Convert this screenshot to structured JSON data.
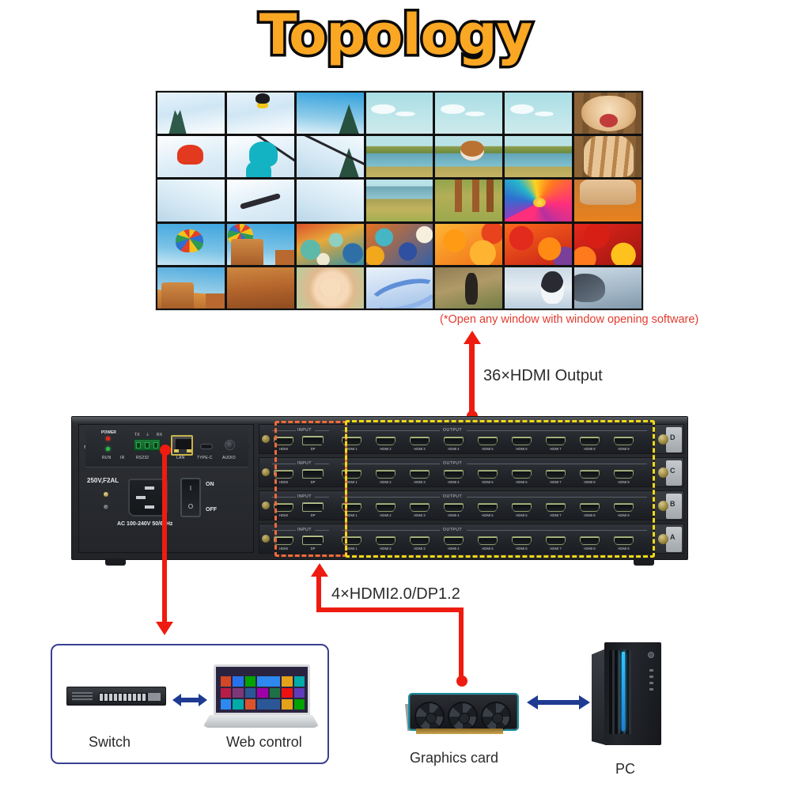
{
  "title": "Topology",
  "annotations": {
    "open_window_note": "(*Open any window with window opening software)",
    "output_label": "36×HDMI Output",
    "input_label": "4×HDMI2.0/DP1.2"
  },
  "colors": {
    "title_fill": "#FAA723",
    "title_stroke": "#0A0A0A",
    "arrow_red": "#EE1C10",
    "note_red": "#E23B2E",
    "dash_input": "#F06A3A",
    "dash_output": "#F2D816",
    "blue_arrow": "#1F3A93",
    "box_border": "#3B3F8F"
  },
  "video_wall": {
    "columns": 7,
    "rows": 5,
    "total_screens": 35,
    "cells": [
      {
        "art": "sky-snow pine",
        "desc": "snowy mountain with pines"
      },
      {
        "art": "sky-snow skier-helmet",
        "desc": "skier helmet and goggles"
      },
      {
        "art": "sky-blue pine2",
        "desc": "blue sky with pine"
      },
      {
        "art": "cowsky clouds",
        "desc": "teal sky with clouds"
      },
      {
        "art": "cowsky clouds",
        "desc": "teal sky with clouds"
      },
      {
        "art": "cowsky clouds",
        "desc": "teal sky and green hills"
      },
      {
        "art": "wood tiger-face tiger-mouth",
        "desc": "roaring tiger cub head"
      },
      {
        "art": "snowfield skier-red",
        "desc": "skier in red jacket"
      },
      {
        "art": "snowfield skier-teal pole",
        "desc": "skier in teal jacket"
      },
      {
        "art": "snowfield2 pole2 pine2",
        "desc": "ski poles over snow"
      },
      {
        "art": "lake-hill",
        "desc": "lake and hills"
      },
      {
        "art": "lake-hill cow-head",
        "desc": "brown cow head"
      },
      {
        "art": "lake-hill",
        "desc": "lake and green hills"
      },
      {
        "art": "wood tiger-body",
        "desc": "tiger cub body stripes"
      },
      {
        "art": "snowfield2",
        "desc": "snow slope"
      },
      {
        "art": "snowfield ski-board",
        "desc": "skis on snow"
      },
      {
        "art": "snowfield2",
        "desc": "snow track"
      },
      {
        "art": "lake-grass",
        "desc": "lake shore grass"
      },
      {
        "art": "grassfield cow-legs",
        "desc": "cow legs in grass"
      },
      {
        "art": "flower",
        "desc": "multicolor flower macro"
      },
      {
        "art": "orangestrip tiger-feet",
        "desc": "tiger cub paws"
      },
      {
        "art": "hotair-sky balloon1",
        "desc": "hot air balloon"
      },
      {
        "art": "hotair-sky balloon2 mesa",
        "desc": "balloon and rock mesa"
      },
      {
        "art": "balls-teal",
        "desc": "teal and red balls"
      },
      {
        "art": "balls-blue",
        "desc": "blue and white balls"
      },
      {
        "art": "balls-orange",
        "desc": "orange balloons"
      },
      {
        "art": "balls-red",
        "desc": "red and orange balloons"
      },
      {
        "art": "balls-red2",
        "desc": "red and yellow balloons"
      },
      {
        "art": "canyon-sky mesa",
        "desc": "desert canyon buttes"
      },
      {
        "art": "canyon",
        "desc": "canyon rock wall"
      },
      {
        "art": "facepaint",
        "desc": "girl with face paint"
      },
      {
        "art": "waves",
        "desc": "abstract blue waves"
      },
      {
        "art": "model",
        "desc": "woman on canyon rock"
      },
      {
        "art": "penguin",
        "desc": "penguin and seals"
      },
      {
        "art": "penguin2",
        "desc": "penguin on ice"
      }
    ]
  },
  "device": {
    "left_panel": {
      "power_label": "POWER",
      "run_label": "RUN",
      "ir_label": "IR",
      "rs232_label": "RS232",
      "tx_label": "TX",
      "rx_label": "RX",
      "ground_label": "⏚",
      "lan_label": "LAN",
      "typec_label": "TYPE-C",
      "audio_label": "AUDIO",
      "fuse_label": "250V,F2AL",
      "mains_label": "AC 100-240V 50/60Hz",
      "switch_on": "ON",
      "switch_off": "OFF",
      "rocker_on_glyph": "I",
      "rocker_off_glyph": "O",
      "power_led_color": "#E8271C",
      "run_led_color": "#27C04A"
    },
    "cards": [
      {
        "slot": "D",
        "input_label": "INPUT",
        "output_label": "OUTPUT",
        "inputs": [
          "HDMI",
          "DP"
        ],
        "outputs": [
          "HDMI 1",
          "HDMI 2",
          "HDMI 3",
          "HDMI 4",
          "HDMI 5",
          "HDMI 6",
          "HDMI 7",
          "HDMI 8",
          "HDMI 9"
        ]
      },
      {
        "slot": "C",
        "input_label": "INPUT",
        "output_label": "OUTPUT",
        "inputs": [
          "HDMI",
          "DP"
        ],
        "outputs": [
          "HDMI 1",
          "HDMI 2",
          "HDMI 3",
          "HDMI 4",
          "HDMI 5",
          "HDMI 6",
          "HDMI 7",
          "HDMI 8",
          "HDMI 9"
        ]
      },
      {
        "slot": "B",
        "input_label": "INPUT",
        "output_label": "OUTPUT",
        "inputs": [
          "HDMI",
          "DP"
        ],
        "outputs": [
          "HDMI 1",
          "HDMI 2",
          "HDMI 3",
          "HDMI 4",
          "HDMI 5",
          "HDMI 6",
          "HDMI 7",
          "HDMI 8",
          "HDMI 9"
        ]
      },
      {
        "slot": "A",
        "input_label": "INPUT",
        "output_label": "OUTPUT",
        "inputs": [
          "HDMI",
          "DP"
        ],
        "outputs": [
          "HDMI 1",
          "HDMI 2",
          "HDMI 3",
          "HDMI 4",
          "HDMI 5",
          "HDMI 6",
          "HDMI 7",
          "HDMI 8",
          "HDMI 9"
        ]
      }
    ],
    "slot_letters": [
      "D",
      "C",
      "B",
      "A"
    ]
  },
  "bottom_left_box": {
    "switch_label": "Switch",
    "web_control_label": "Web control"
  },
  "bottom_right": {
    "gpu_label": "Graphics card",
    "pc_label": "PC"
  }
}
